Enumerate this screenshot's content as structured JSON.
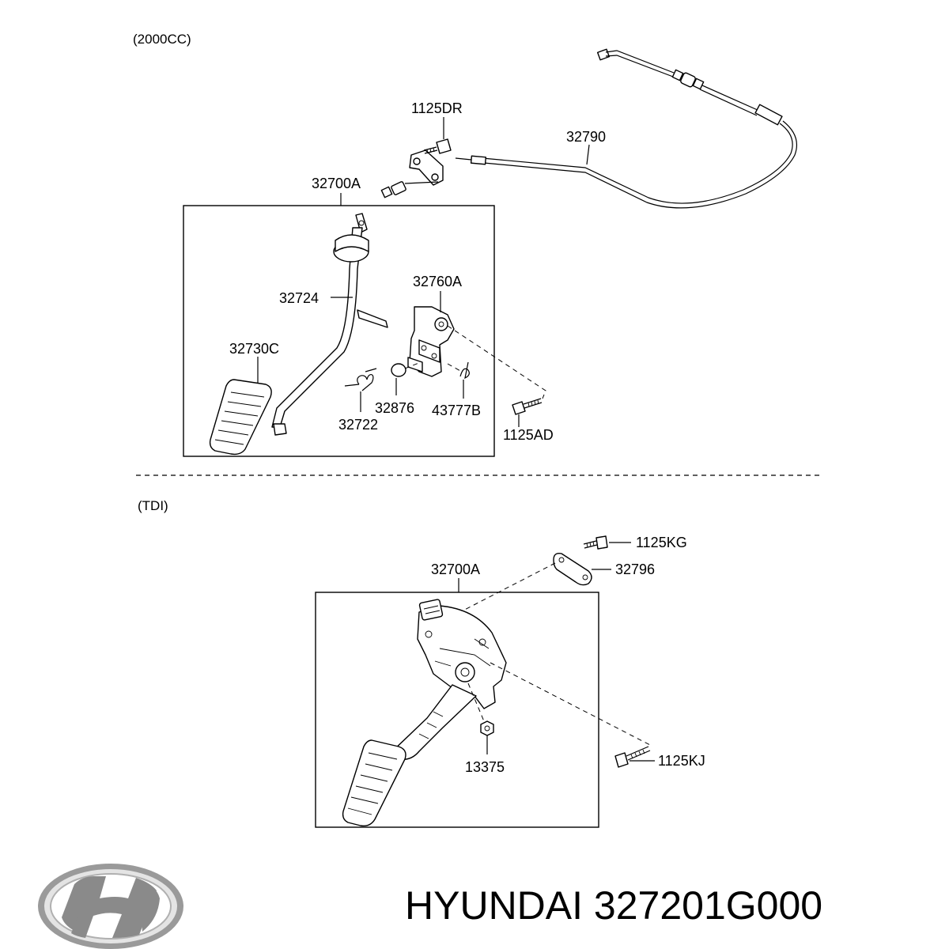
{
  "sections": {
    "top_title": "(2000CC)",
    "bottom_title": "(TDI)"
  },
  "parts_top": {
    "p1125DR": "1125DR",
    "p32790": "32790",
    "p32700A": "32700A",
    "p32760A": "32760A",
    "p32724": "32724",
    "p32730C": "32730C",
    "p32876": "32876",
    "p43777B": "43777B",
    "p32722": "32722",
    "p1125AD": "1125AD"
  },
  "parts_bottom": {
    "p1125KG": "1125KG",
    "p32796": "32796",
    "p32700A": "32700A",
    "p13375": "13375",
    "p1125KJ": "1125KJ"
  },
  "footer": {
    "brand_part": "HYUNDAI 327201G000",
    "logo_icon": "hyundai-logo-icon"
  }
}
